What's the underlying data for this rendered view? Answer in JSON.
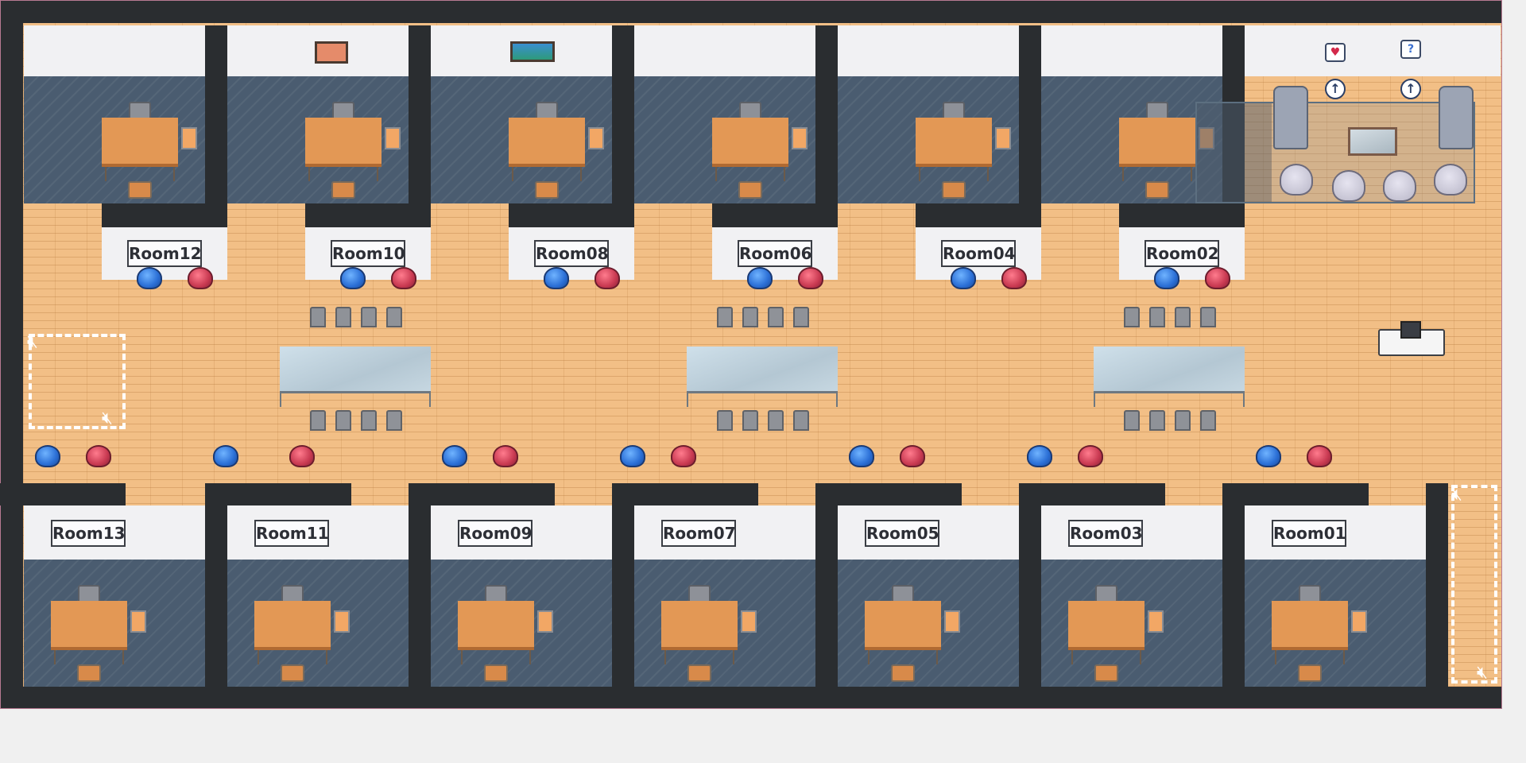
{
  "map": {
    "top_rooms": [
      {
        "label": "Room12"
      },
      {
        "label": "Room10"
      },
      {
        "label": "Room08"
      },
      {
        "label": "Room06"
      },
      {
        "label": "Room04"
      },
      {
        "label": "Room02"
      }
    ],
    "bottom_rooms": [
      {
        "label": "Room13"
      },
      {
        "label": "Room11"
      },
      {
        "label": "Room09"
      },
      {
        "label": "Room07"
      },
      {
        "label": "Room05"
      },
      {
        "label": "Room03"
      },
      {
        "label": "Room01"
      }
    ],
    "lounge": {
      "bubbles": [
        {
          "icon": "heart-speech-bubble-icon",
          "glyph": "♥",
          "color": "#d3294a"
        },
        {
          "icon": "question-speech-bubble-icon",
          "glyph": "?",
          "color": "#3a6fd0"
        }
      ],
      "interaction_icon": "up-arrow-icon",
      "interaction_glyph": "↑"
    },
    "zone_icons": {
      "muted_speaker_icon": "🔇︎"
    },
    "colors": {
      "wall": "#2a2d30",
      "floor": "#f2bf86",
      "carpet": "#4a5c70",
      "label_border": "#3a3d44",
      "beanbag_blue": "#2b6fd6",
      "beanbag_red": "#c93a52",
      "zone_border": "#ffffff"
    }
  }
}
